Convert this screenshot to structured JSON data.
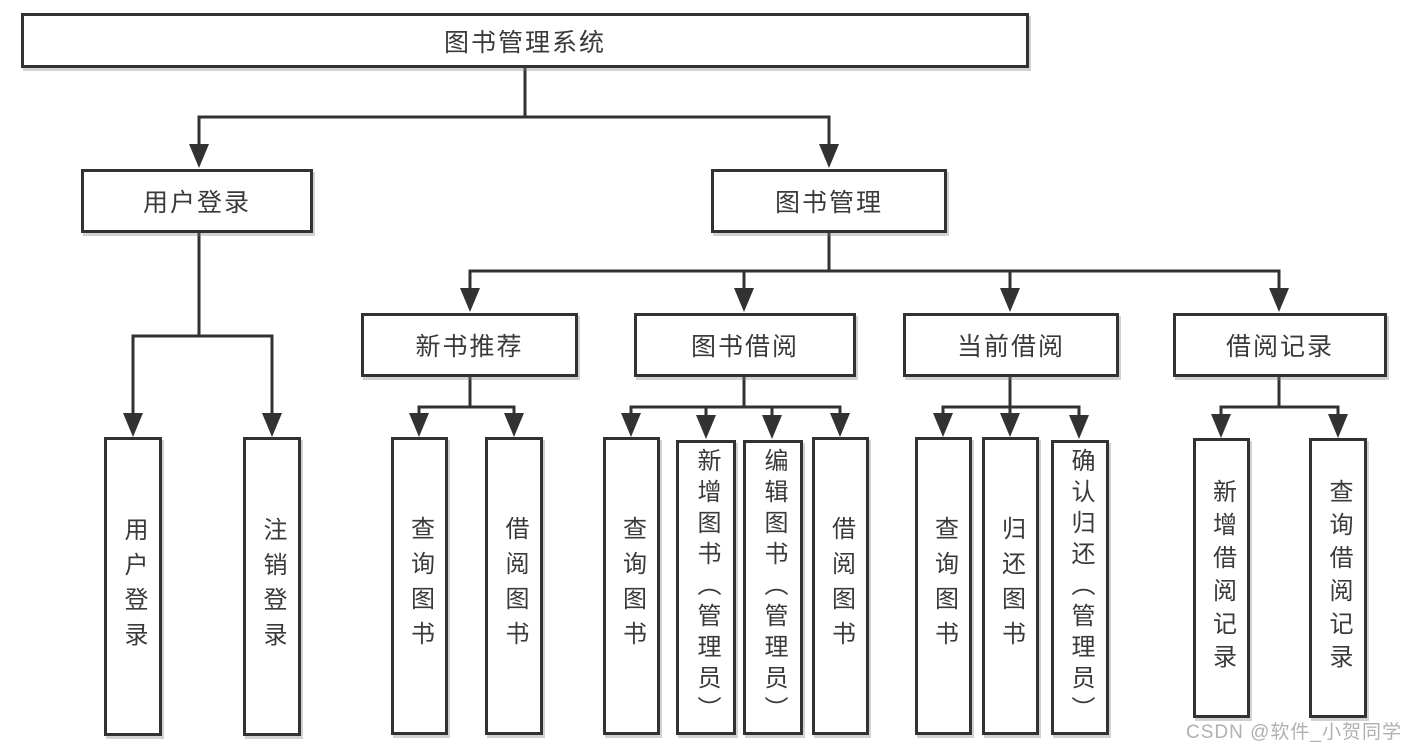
{
  "diagram": {
    "root_label": "图书管理系统",
    "level2": [
      {
        "label": "用户登录",
        "children": [
          "用户登录",
          "注销登录"
        ]
      },
      {
        "label": "图书管理"
      }
    ],
    "level3": [
      {
        "label": "新书推荐",
        "children": [
          "查询图书",
          "借阅图书"
        ]
      },
      {
        "label": "图书借阅",
        "children": [
          "查询图书",
          "新增图书（管理员）",
          "编辑图书（管理员）",
          "借阅图书"
        ]
      },
      {
        "label": "当前借阅",
        "children": [
          "查询图书",
          "归还图书",
          "确认归还（管理员）"
        ]
      },
      {
        "label": "借阅记录",
        "children": [
          "新增借阅记录",
          "查询借阅记录"
        ]
      }
    ]
  },
  "watermark": {
    "text": "CSDN @软件_小贺同学"
  },
  "colors": {
    "line": "#323232",
    "box_border": "#323232",
    "text": "#3a3a3a",
    "watermark": "#b0b0b0",
    "background": "#ffffff"
  }
}
